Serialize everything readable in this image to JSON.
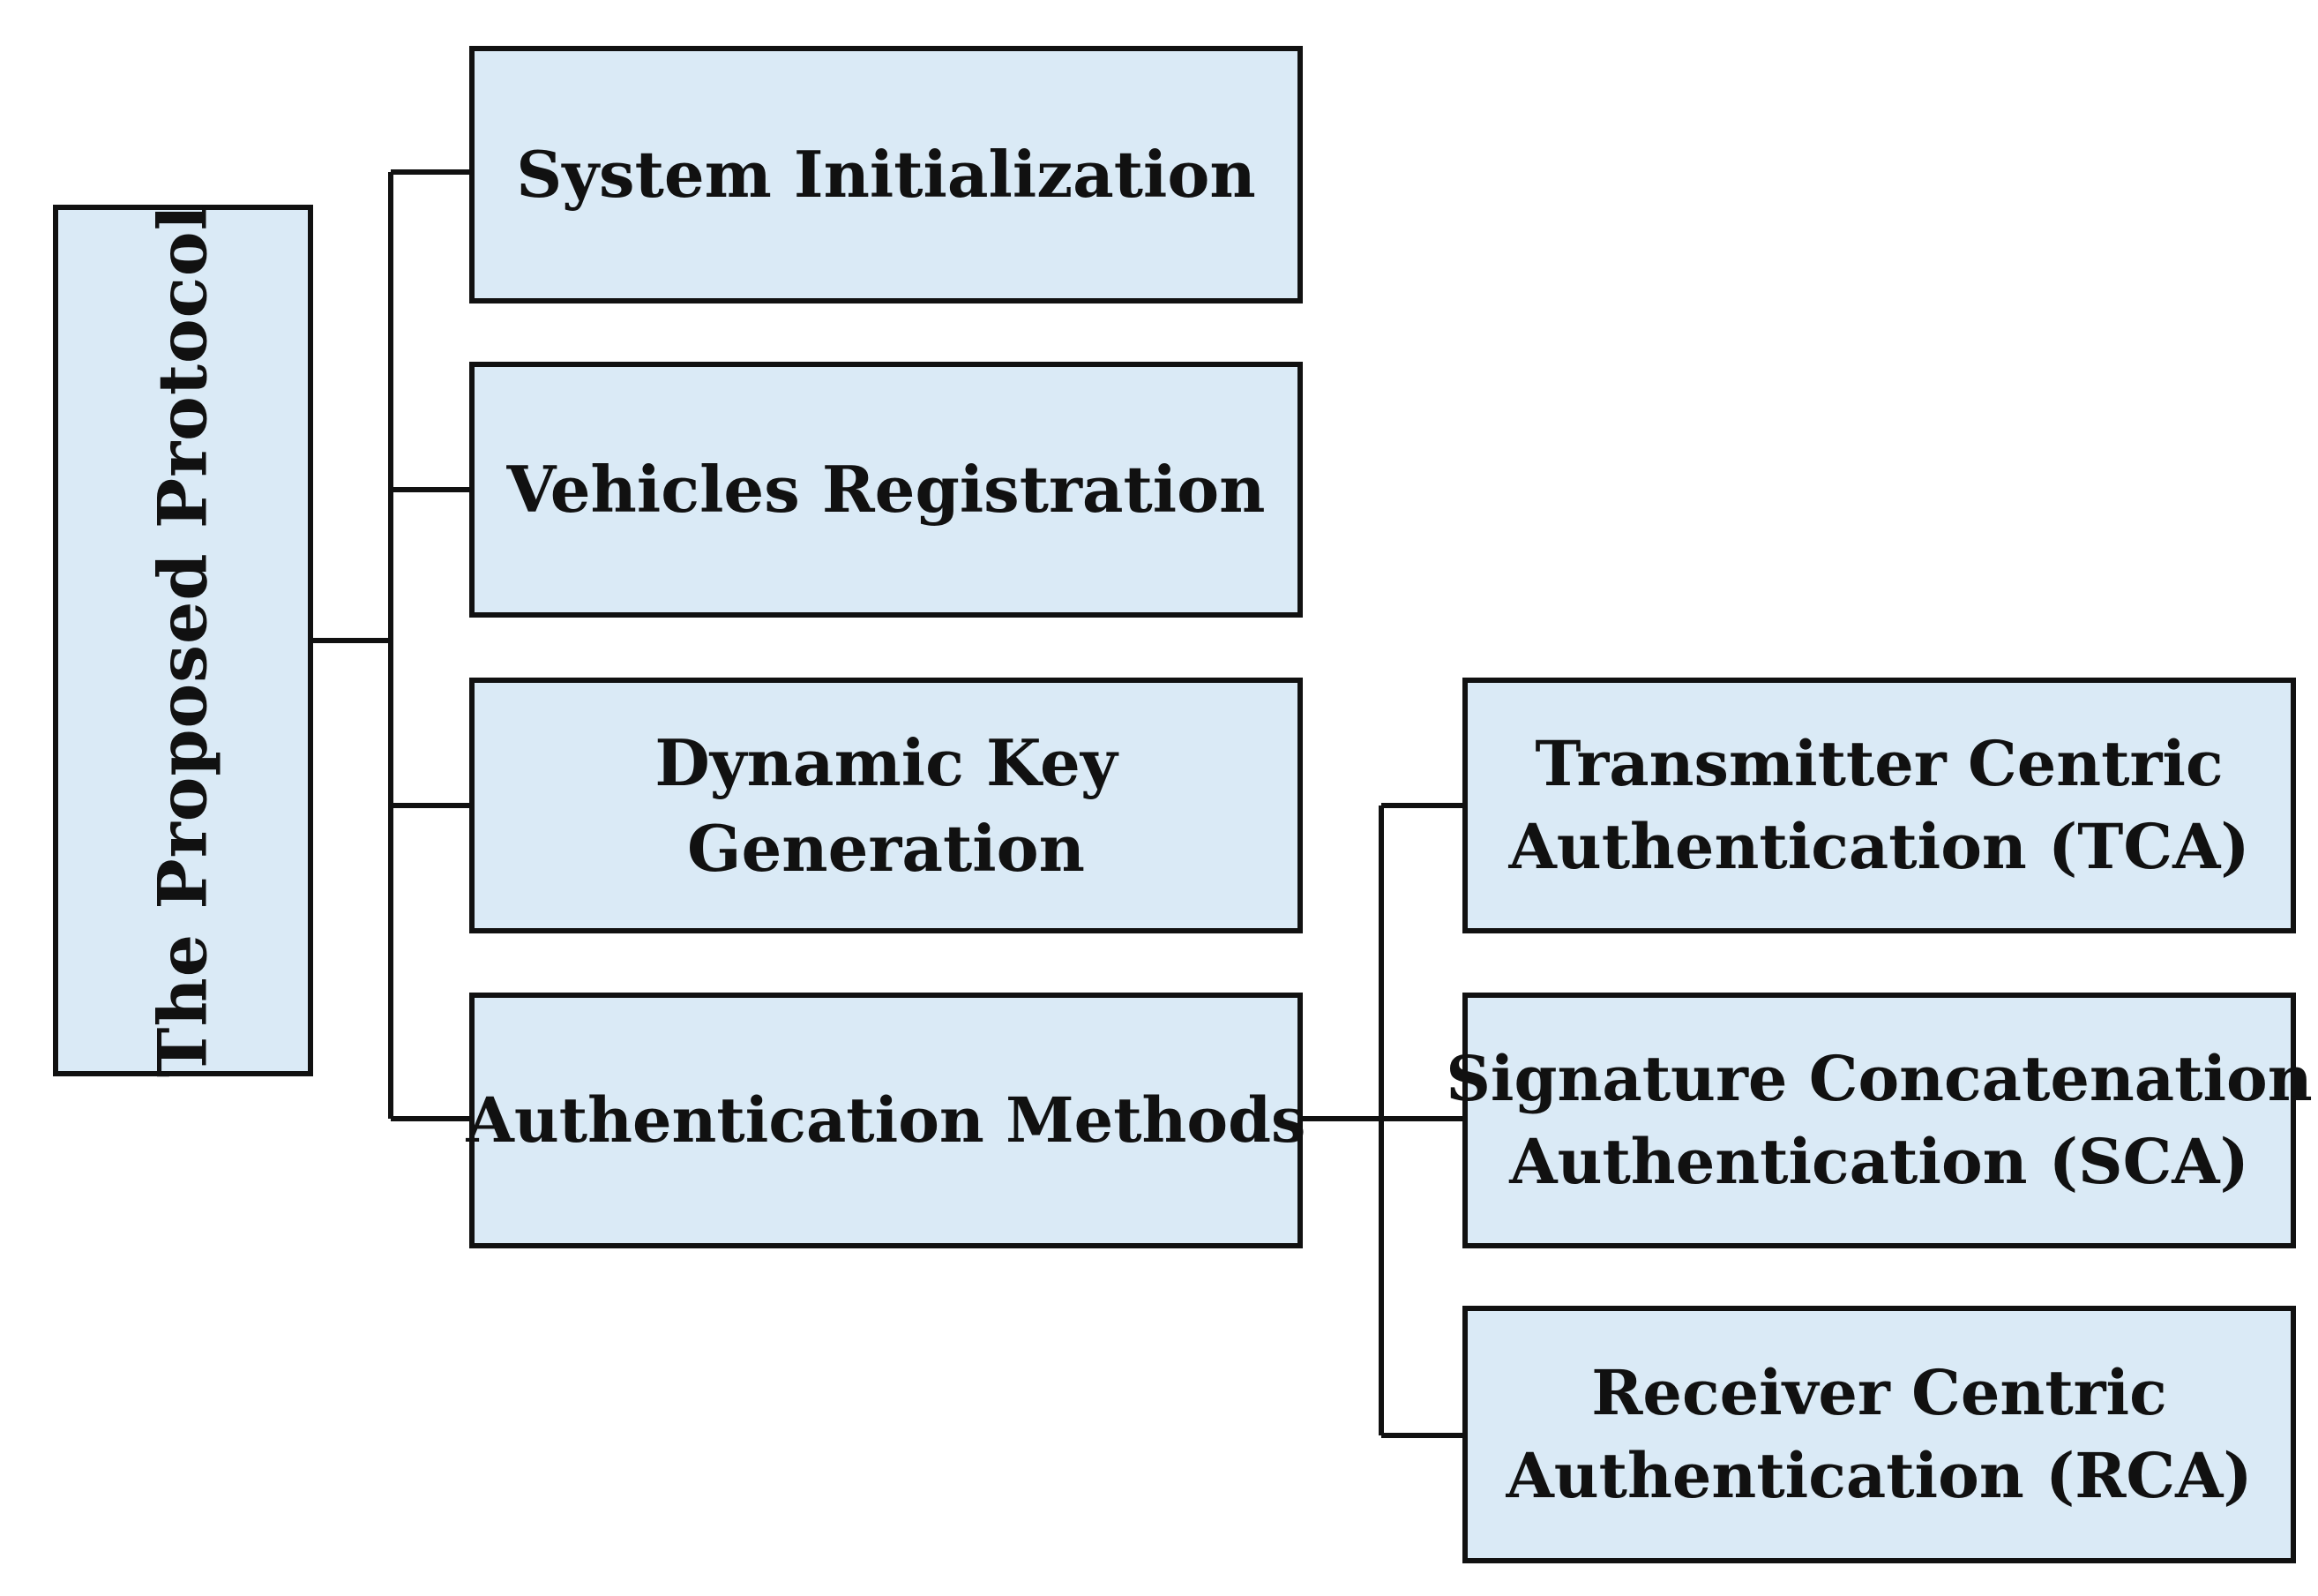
{
  "root": {
    "label": "The Proposed Protocol"
  },
  "phases": [
    {
      "lines": [
        "System Initialization"
      ]
    },
    {
      "lines": [
        "Vehicles Registration"
      ]
    },
    {
      "lines": [
        "Dynamic Key",
        "Generation"
      ]
    },
    {
      "lines": [
        "Authentication Methods"
      ]
    }
  ],
  "methods": [
    {
      "lines": [
        "Transmitter Centric",
        "Authentication (TCA)"
      ]
    },
    {
      "lines": [
        "Signature Concatenation",
        "Authentication (SCA)"
      ]
    },
    {
      "lines": [
        "Receiver Centric",
        "Authentication (RCA)"
      ]
    }
  ],
  "colors": {
    "box_fill": "#daeaf6",
    "border": "#111111",
    "background": "#ffffff"
  }
}
